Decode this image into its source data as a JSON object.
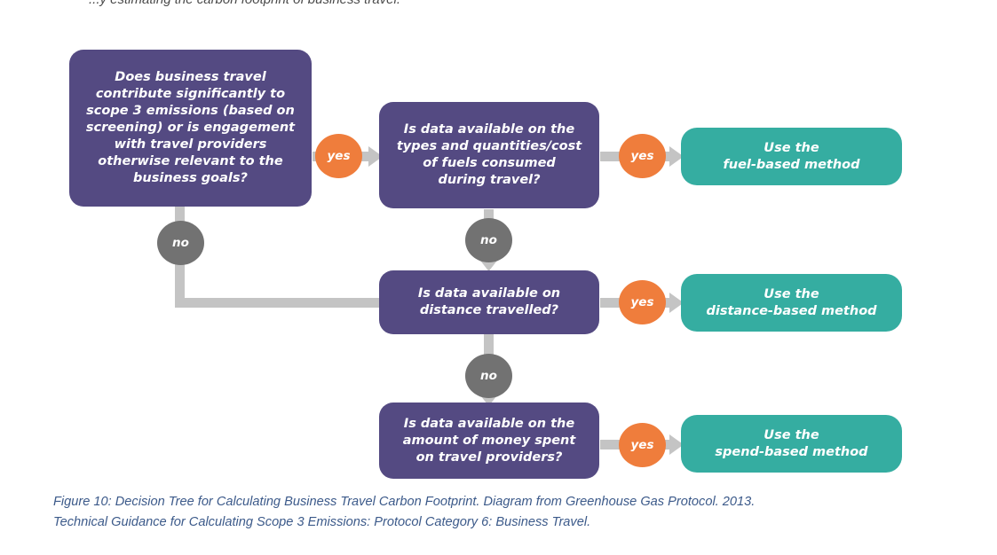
{
  "header_fragment": "...y estimating the carbon footprint of business travel.",
  "colors": {
    "question": "#544a82",
    "method": "#35ada1",
    "yes_badge": "#ef7d3c",
    "no_badge": "#727272",
    "connector": "#c4c4c4",
    "caption": "#3c5a8a"
  },
  "questions": {
    "q1": "Does business travel\ncontribute significantly to\nscope 3 emissions (based on\nscreening) or is engagement\nwith travel providers\notherwise relevant to the\nbusiness goals?",
    "q2": "Is data available on the\ntypes and quantities/cost\nof fuels consumed\nduring travel?",
    "q3": "Is data available on\ndistance travelled?",
    "q4": "Is data available on the\namount of money spent\non travel providers?"
  },
  "methods": {
    "fuel": "Use the\nfuel-based method",
    "distance": "Use the\ndistance-based method",
    "spend": "Use the\nspend-based method"
  },
  "badges": {
    "yes": "yes",
    "no": "no"
  },
  "caption": {
    "line1": "Figure 10: Decision Tree for Calculating Business Travel Carbon Footprint.  Diagram from Greenhouse Gas Protocol. 2013.",
    "line2": "Technical Guidance for Calculating Scope 3 Emissions: Protocol Category 6: Business Travel."
  }
}
